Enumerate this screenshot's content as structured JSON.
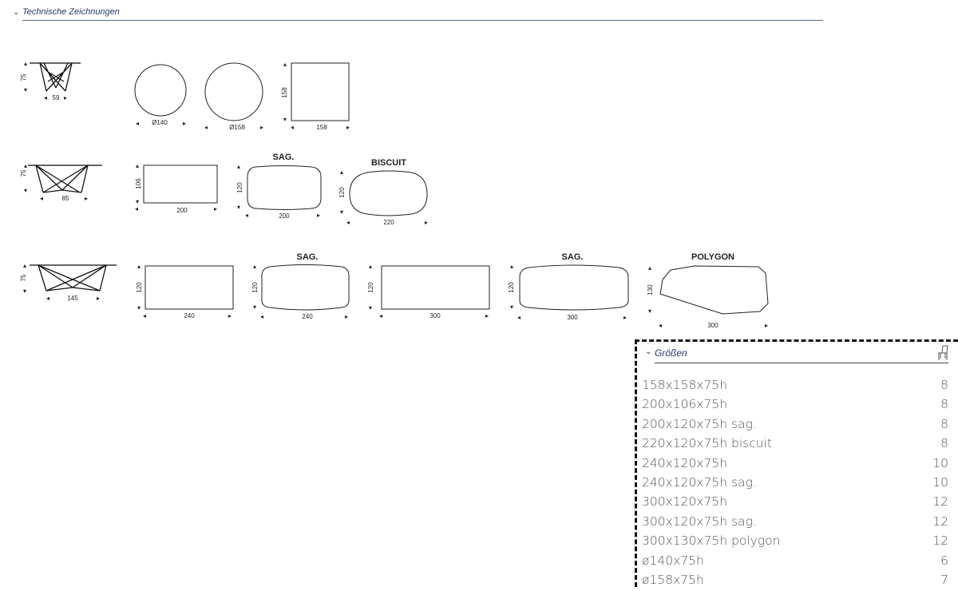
{
  "section": {
    "title": "Technische Zeichnungen",
    "chevron_icon": "chevron-down-icon"
  },
  "drawings": {
    "row1": {
      "base": {
        "height": "75",
        "width": "59"
      },
      "tops": [
        {
          "label": "",
          "width": "Ø140",
          "height": ""
        },
        {
          "label": "",
          "width": "Ø158",
          "height": ""
        },
        {
          "label": "",
          "width": "158",
          "height": "158"
        }
      ]
    },
    "row2": {
      "base": {
        "height": "75",
        "width": "85"
      },
      "tops": [
        {
          "label": "",
          "width": "200",
          "height": "106"
        },
        {
          "label": "SAG.",
          "width": "200",
          "height": "120"
        },
        {
          "label": "BISCUIT",
          "width": "220",
          "height": "120"
        }
      ]
    },
    "row3": {
      "base": {
        "height": "75",
        "width": "145"
      },
      "tops": [
        {
          "label": "",
          "width": "240",
          "height": "120"
        },
        {
          "label": "SAG.",
          "width": "240",
          "height": "120"
        },
        {
          "label": "",
          "width": "300",
          "height": "120"
        },
        {
          "label": "SAG.",
          "width": "300",
          "height": "120"
        },
        {
          "label": "POLYGON",
          "width": "300",
          "height": "130"
        }
      ]
    }
  },
  "sizes": {
    "title": "Größen",
    "chair_icon": "chair-icon",
    "items": [
      {
        "size": "158x158x75h",
        "seats": "8"
      },
      {
        "size": "200x106x75h",
        "seats": "8"
      },
      {
        "size": "200x120x75h sag.",
        "seats": "8"
      },
      {
        "size": "220x120x75h biscuit",
        "seats": "8"
      },
      {
        "size": "240x120x75h",
        "seats": "10"
      },
      {
        "size": "240x120x75h sag.",
        "seats": "10"
      },
      {
        "size": "300x120x75h",
        "seats": "12"
      },
      {
        "size": "300x120x75h sag.",
        "seats": "12"
      },
      {
        "size": "300x130x75h polygon",
        "seats": "12"
      },
      {
        "size": "ø140x75h",
        "seats": "6"
      },
      {
        "size": "ø158x75h",
        "seats": "7"
      }
    ]
  }
}
